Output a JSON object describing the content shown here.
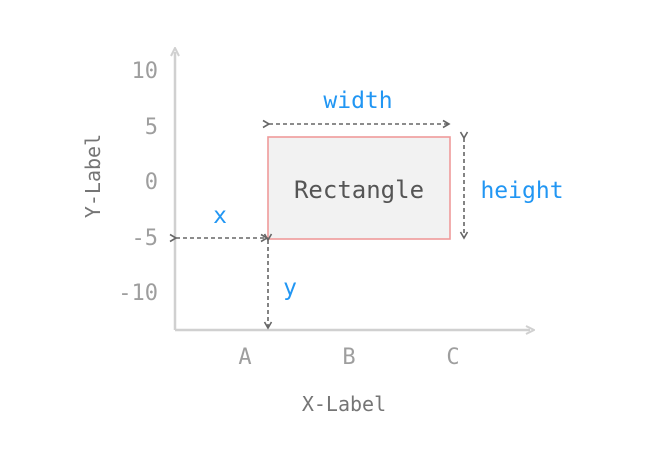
{
  "axes": {
    "y_ticks": [
      "10",
      "5",
      "0",
      "-5",
      "-10"
    ],
    "x_ticks": [
      "A",
      "B",
      "C"
    ],
    "xlabel": "X-Label",
    "ylabel": "Y-Label"
  },
  "rectangle": {
    "label": "Rectangle"
  },
  "dimensions": {
    "width": "width",
    "height": "height",
    "x": "x",
    "y": "y"
  },
  "colors": {
    "axis": "#d0d0d0",
    "rect_fill": "#f2f2f2",
    "rect_stroke": "#ef9a9a",
    "dimension_text": "#2196f3",
    "arrow": "#666666"
  }
}
